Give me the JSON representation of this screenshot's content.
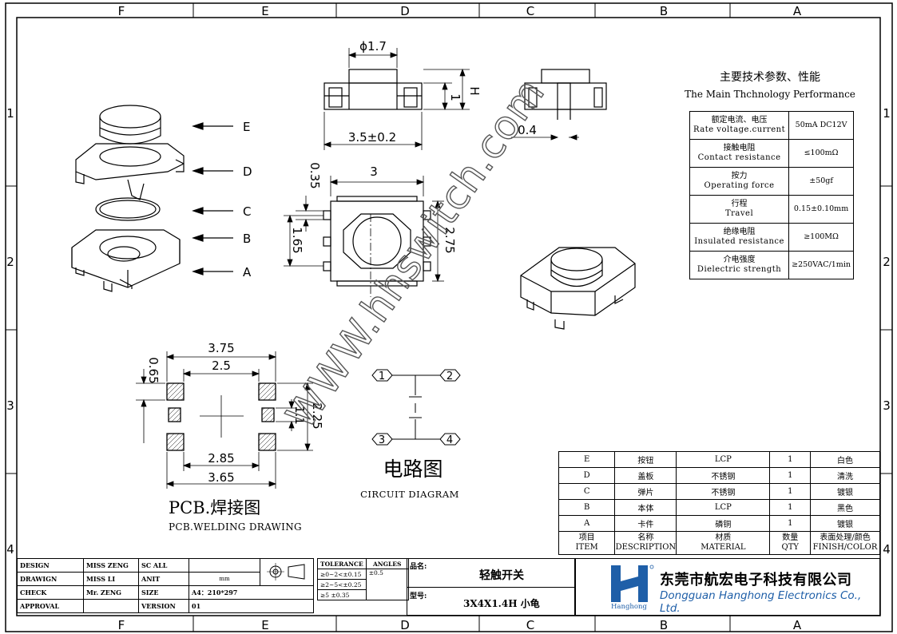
{
  "frame": {
    "columns_top": [
      "F",
      "E",
      "D",
      "C",
      "B",
      "A"
    ],
    "columns_bottom": [
      "F",
      "E",
      "D",
      "C",
      "B",
      "A"
    ],
    "rows_left": [
      "1",
      "2",
      "3",
      "4"
    ],
    "rows_right": [
      "1",
      "2",
      "3",
      "4"
    ]
  },
  "watermark": "WWW.hhswitch.com",
  "exploded_labels": [
    "E",
    "D",
    "C",
    "B",
    "A"
  ],
  "dims": {
    "diameter": "ϕ1.7",
    "h_label": "H",
    "h_one": "1",
    "width_35": "3.5±0.2",
    "pin_04": "0.4",
    "top_3": "3",
    "side_035": "0.35",
    "side_165": "1.65",
    "side_275": "2.75",
    "pcb_375": "3.75",
    "pcb_25": "2.5",
    "pcb_065": "0.65",
    "pcb_11": "1.1",
    "pcb_225": "2.25",
    "pcb_285": "2.85",
    "pcb_365": "3.65"
  },
  "pcb_title_cn": "PCB.焊接图",
  "pcb_title_en": "PCB.WELDING DRAWING",
  "circuit": {
    "nodes": [
      "1",
      "2",
      "3",
      "4"
    ],
    "title_cn": "电路图",
    "title_en": "CIRCUIT DIAGRAM"
  },
  "specs": {
    "title_cn": "主要技术参数、性能",
    "title_en": "The Main Thchnology Performance",
    "rows": [
      {
        "cn": "额定电流、电压",
        "en": "Rate voltage.current",
        "value": "50mA DC12V"
      },
      {
        "cn": "接触电阻",
        "en": "Contact resistance",
        "value": "≤100mΩ"
      },
      {
        "cn": "按力",
        "en": "Operating force",
        "value": "±50gf"
      },
      {
        "cn": "行程",
        "en": "Travel",
        "value": "0.15±0.10mm"
      },
      {
        "cn": "绝缘电阻",
        "en": "Insulated resistance",
        "value": "≥100MΩ"
      },
      {
        "cn": "介电强度",
        "en": "Dielectric strength",
        "value": "≥250VAC/1min"
      }
    ]
  },
  "bom": {
    "rows": [
      {
        "item": "E",
        "name": "按钮",
        "material": "LCP",
        "qty": "1",
        "finish": "白色"
      },
      {
        "item": "D",
        "name": "盖板",
        "material": "不锈钢",
        "qty": "1",
        "finish": "清洗"
      },
      {
        "item": "C",
        "name": "弹片",
        "material": "不锈钢",
        "qty": "1",
        "finish": "镀银"
      },
      {
        "item": "B",
        "name": "本体",
        "material": "LCP",
        "qty": "1",
        "finish": "黑色"
      },
      {
        "item": "A",
        "name": "卡件",
        "material": "磷铜",
        "qty": "1",
        "finish": "镀银"
      }
    ],
    "header": {
      "item_cn": "项目",
      "item_en": "ITEM",
      "name_cn": "名称",
      "name_en": "DESCRIPTION",
      "material_cn": "材质",
      "material_en": "MATERIAL",
      "qty_cn": "数量",
      "qty_en": "QTY",
      "finish_cn": "表面处理/颜色",
      "finish_en": "FINISH/COLOR"
    }
  },
  "title_block": {
    "design_label": "DESIGN",
    "design_name": "MISS ZENG",
    "scale_label": "SC ALL",
    "drawing_label": "DRAWIGN",
    "drawing_name": "MISS LI",
    "unit_label": "ANIT",
    "unit_value": "mm",
    "check_label": "CHECK",
    "check_name": "Mr. ZENG",
    "size_label": "SIZE",
    "size_value": "A4：210*297",
    "approval_label": "APPROVAL",
    "version_label": "VERSION",
    "version_value": "01",
    "tolerance_label": "TOLERANCE",
    "angles_label": "ANGLES",
    "tol_1": "≥0~2<±0.15",
    "tol_2": "≥2~5<±0.25",
    "tol_3": "≥5  ±0.35",
    "angle_value": "±0.5",
    "product_name_label": "品名:",
    "product_name": "轻触开关",
    "model_label": "型号:",
    "model": "3X4X1.4H 小龟"
  },
  "company": {
    "name_cn": "东莞市航宏电子科技有限公司",
    "name_en": "Dongguan Hanghong Electronics Co., Ltd.",
    "logo_text": "Hanghong",
    "brand_color": "#1f5fa8"
  }
}
